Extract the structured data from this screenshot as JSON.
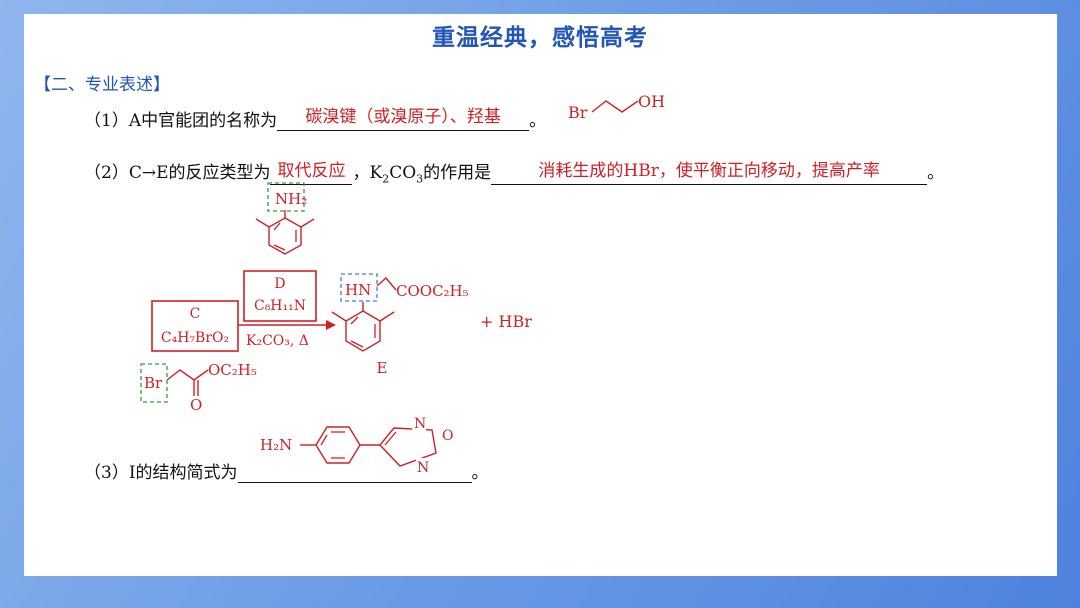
{
  "title": "重温经典，感悟高考",
  "section": "【二、专业表述】",
  "q1": {
    "prefix": "（1）A中官能团的名称为",
    "answer": "碳溴键（或溴原子）、羟基",
    "suffix": "。",
    "mol_labels": [
      "Br",
      "OH"
    ]
  },
  "q2": {
    "prefix": "（2）C→E的反应类型为",
    "answer1": "取代反应",
    "middle_a": "，K",
    "middle_sub2": "2",
    "middle_b": "CO",
    "middle_sub3": "3",
    "middle_c": "的作用是",
    "answer2": "消耗生成的HBr，使平衡正向移动，提高产率",
    "suffix": "。"
  },
  "scheme": {
    "D": {
      "letter": "D",
      "formula": "C₈H₁₁N"
    },
    "C": {
      "letter": "C",
      "formula": "C₄H₇BrO₂"
    },
    "conditions": "K₂CO₃, Δ",
    "E_label": "E",
    "byproduct": "+ HBr",
    "amine": "NH₂",
    "hn": "HN",
    "ester": "COOC₂H₅",
    "br": "Br",
    "oc2h5": "OC₂H₅",
    "o": "O"
  },
  "q3": {
    "prefix": "（3）I的结构简式为",
    "suffix": "。",
    "h2n": "H₂N",
    "n1": "N",
    "n2": "N",
    "o": "O"
  },
  "colors": {
    "red": "#d21f26",
    "green": "#3a9a3a",
    "blue": "#3c7fd0",
    "title": "#2356b4"
  }
}
